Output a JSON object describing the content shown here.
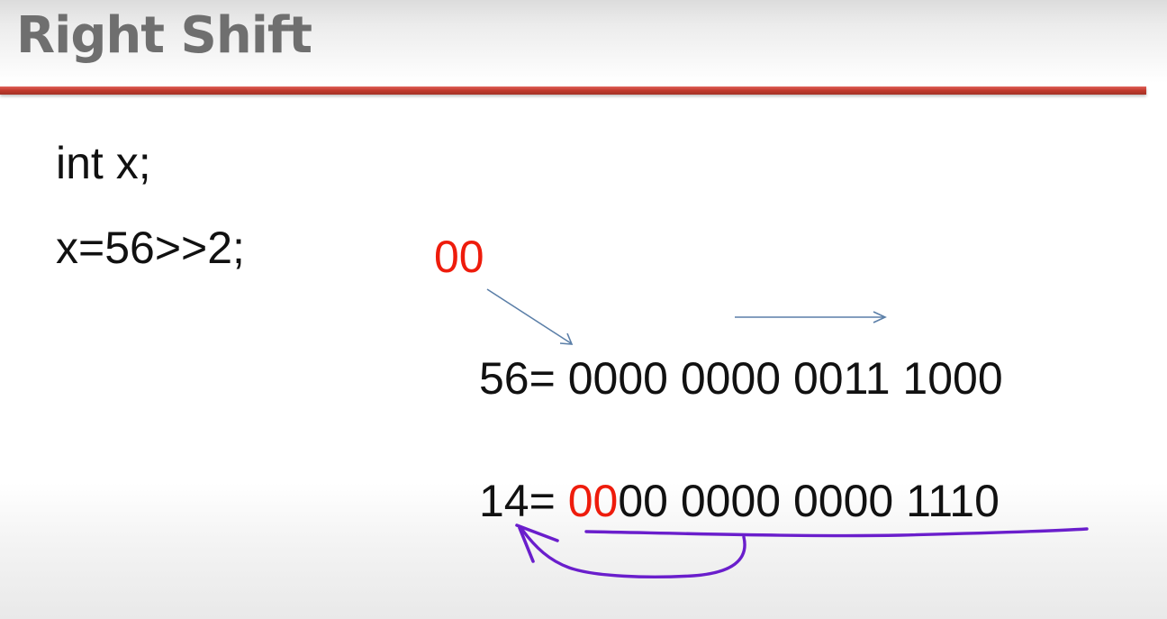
{
  "slide": {
    "title": "Right Shift",
    "code_lines": [
      "int x;",
      "x=56>>2;"
    ],
    "fill_bits": "00",
    "rows": [
      {
        "label": "56=",
        "red_bits": "",
        "rest_bits": "0000 0000 0011 1000"
      },
      {
        "label": "14=",
        "red_bits": "00",
        "rest_bits": "00 0000 0000 1110"
      }
    ]
  },
  "colors": {
    "title_text": "#6f6f6f",
    "title_rule": "#c0392b",
    "body_text": "#111111",
    "highlight_red": "#ee1c0c",
    "arrow_blue": "#5b7fa8",
    "annotation_purple": "#6a1ecc"
  }
}
